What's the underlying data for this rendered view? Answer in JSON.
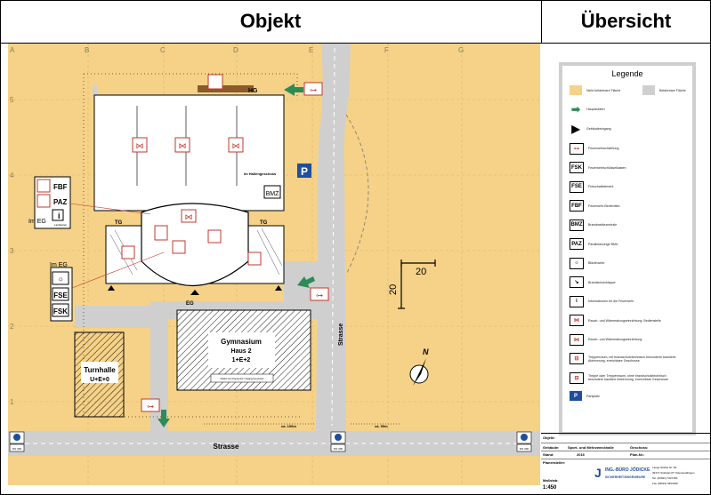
{
  "header": {
    "left_title": "Objekt",
    "right_title": "Übersicht"
  },
  "grid": {
    "columns": [
      "A",
      "B",
      "C",
      "D",
      "E",
      "F",
      "G"
    ],
    "rows": [
      "5",
      "4",
      "3",
      "2",
      "1"
    ]
  },
  "map_labels": {
    "hg": "HG",
    "tg1": "TG",
    "tg2": "TG",
    "eg": "EG",
    "hallengeschoss": "im Hallengeschoss",
    "bmz": "BMZ",
    "fbf": "FBF",
    "paz": "PAZ",
    "info": "i",
    "laufkarten": "Laufkarten",
    "im_eg_1": "Im EG",
    "im_eg_2": "Im EG",
    "fse": "FSE",
    "fsk": "FSK",
    "p": "P",
    "gym_1": "Gymnasium",
    "gym_2": "Haus 2",
    "gym_3": "1+E+2",
    "gym_note": "Zufahrt zum Pausenhof / Zugang Feuerwehr",
    "turnhalle_1": "Turnhalle",
    "turnhalle_2": "U+E+0",
    "strasse_h": "Strasse",
    "strasse_v": "Strasse",
    "dist_1": "ca. 100m",
    "dist_2": "ca. 90m",
    "scale_h": "20",
    "scale_v": "20",
    "north": "N",
    "dn1": "DN 300",
    "dn2": "DN 300",
    "dn3": "DN 300"
  },
  "legend": {
    "title": "Legende",
    "items": [
      {
        "sym": "",
        "color": "#f5d287",
        "label": "Nicht befahrbare Fläche"
      },
      {
        "sym": "",
        "color": "#cfcfcf",
        "label": "Befahrbare Fläche"
      },
      {
        "sym": "➡",
        "color": "#2e8b57",
        "label": "Hauptzufahrt"
      },
      {
        "sym": "▶",
        "color": "#000000",
        "label": "Gebäudeeingang"
      },
      {
        "sym": "⊶",
        "color": "#c0392b",
        "label": "Feuerwehrschließung"
      },
      {
        "sym": "FSK",
        "color": "#000000",
        "label": "Feuerwehrschlüsselkasten"
      },
      {
        "sym": "FSE",
        "color": "#000000",
        "label": "Freischaltelement"
      },
      {
        "sym": "FBF",
        "color": "#000000",
        "label": "Feuerwehr-Bedienfeld"
      },
      {
        "sym": "BMZ",
        "color": "#000000",
        "label": "Brandmeldezentrale"
      },
      {
        "sym": "PAZ",
        "color": "#000000",
        "label": "Parallelanzeige BMA"
      },
      {
        "sym": "☼",
        "color": "#000000",
        "label": "Blitzleuchte"
      },
      {
        "sym": "↘",
        "color": "#000000",
        "label": "Brandschutzklappe"
      },
      {
        "sym": "i",
        "color": "#000000",
        "label": "Informationen für die Feuerwehr"
      },
      {
        "sym": "⋈",
        "color": "#c0392b",
        "label": "Rauch- und Wärmeabzugseinrichtung, Bedienstelle"
      },
      {
        "sym": "⋈",
        "color": "#c0392b",
        "label": "Rauch- und Wärmeabzugseinrichtung"
      },
      {
        "sym": "⊟",
        "color": "#c0392b",
        "label": "Treppenraum, mit brandschutztechnisch besonderer baulicher Abtrennung, erreichbare Geschosse"
      },
      {
        "sym": "⊟",
        "color": "#c0392b",
        "label": "Treppe oder Treppenraum, ohne brandschutztechnisch besondere bauliche Abtrennung, erreichbare Geschosse"
      },
      {
        "sym": "P",
        "color": "#1f4e9c",
        "label": "Parkplatz"
      }
    ]
  },
  "info": {
    "objekt_label": "Objekt:",
    "gebaeude_label": "Gebäude:",
    "gebaeude_value": "Sport- und Mehrzweckhalle",
    "geschoss_label": "Geschoss:",
    "stand_label": "Stand:",
    "stand_value": "2016",
    "plan_nr_label": "Plan-Nr.:",
    "ersteller_label": "Planersteller:",
    "massstab_label": "Maßstab:",
    "massstab_value": "1:450",
    "firm_name": "ING.-BÜRO JÖDICKE",
    "firm_sub": "SICHERHEITSINGENIEURE",
    "firm_addr_1": "Lange Stücke Nr. 6a",
    "firm_addr_2": "39171 Sülzetal OT Osterweddingen",
    "firm_addr_3": "Tel. (03921) 7227160",
    "firm_addr_4": "Fax (03921) 6203180"
  }
}
